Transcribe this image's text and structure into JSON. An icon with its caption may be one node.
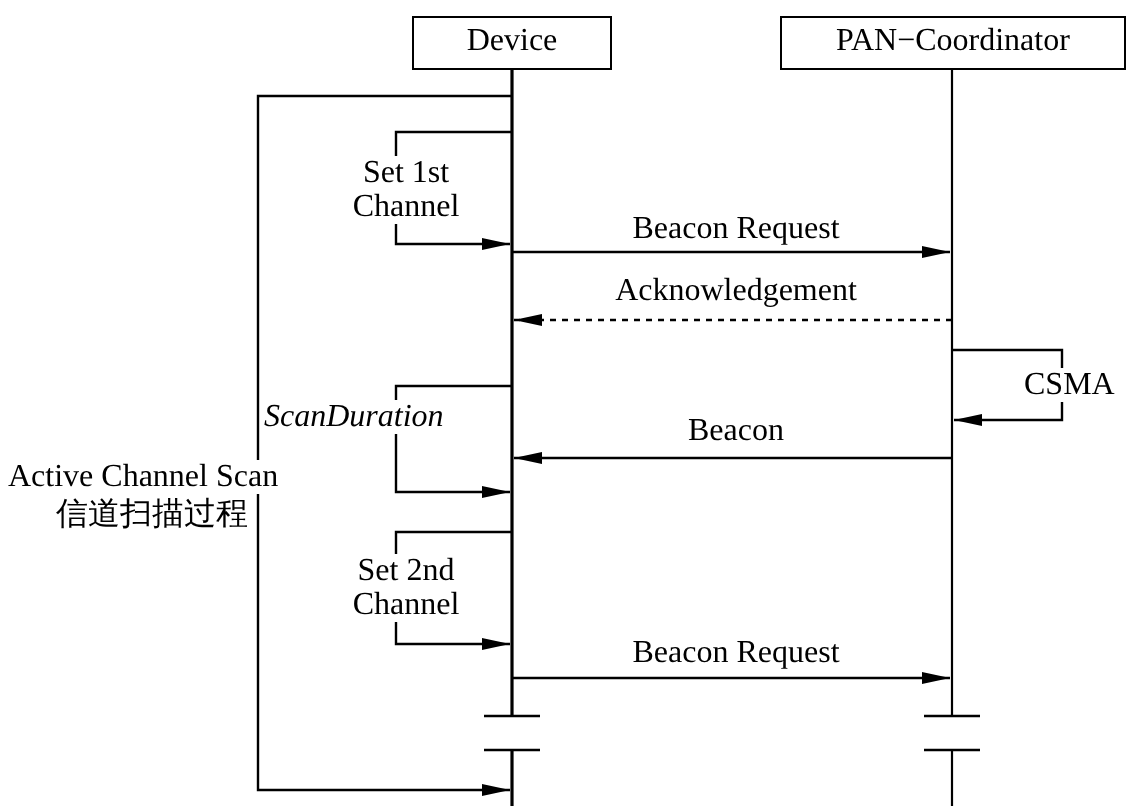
{
  "diagram": {
    "nodes": [
      {
        "text": [
          "Device"
        ]
      },
      {
        "text": [
          "PAN−Coordinator"
        ]
      }
    ],
    "edges": [
      {
        "from": 0,
        "to": 0,
        "arrow": "to",
        "label": "Set 1st Channel"
      },
      {
        "from": 0,
        "to": 1,
        "arrow": "to",
        "label": "Beacon Request"
      },
      {
        "from": 1,
        "to": 0,
        "arrow": "to",
        "label": "Acknowledgement",
        "style": "dashed"
      },
      {
        "from": 1,
        "to": 1,
        "arrow": "to",
        "label": "CSMA"
      },
      {
        "from": 1,
        "to": 0,
        "arrow": "to",
        "label": "Beacon"
      },
      {
        "from": 0,
        "to": 0,
        "arrow": "to",
        "label": "*ScanDuration*"
      },
      {
        "from": 0,
        "to": 0,
        "arrow": "to",
        "label": "Set 2nd Channel"
      },
      {
        "from": 0,
        "to": 1,
        "arrow": "to",
        "label": "Beacon Request"
      },
      {
        "from": 0,
        "to": 0,
        "arrow": "to",
        "label": "Active Channel Scan"
      }
    ],
    "labels": [
      "信道扫描过程"
    ]
  }
}
